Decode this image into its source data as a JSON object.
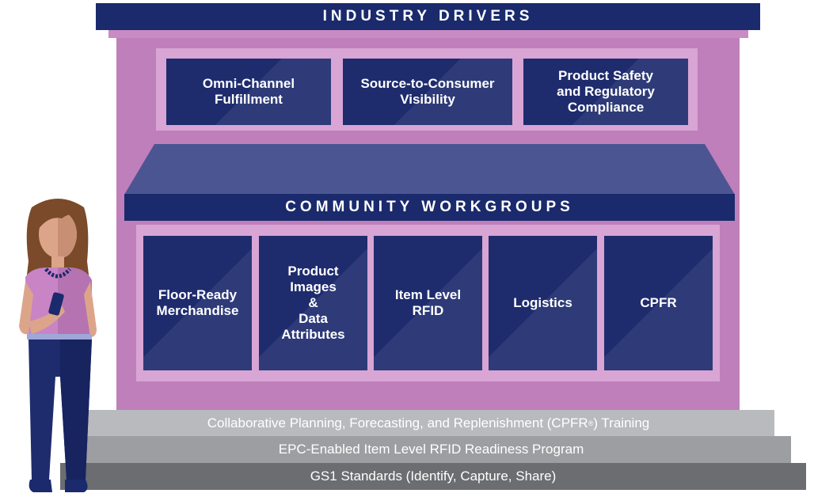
{
  "header": {
    "title": "INDUSTRY DRIVERS"
  },
  "drivers": [
    {
      "label": "Omni-Channel\nFulfillment"
    },
    {
      "label": "Source-to-Consumer\nVisibility"
    },
    {
      "label": "Product Safety\nand Regulatory\nCompliance"
    }
  ],
  "workgroups_header": {
    "title": "COMMUNITY WORKGROUPS"
  },
  "workgroups": [
    {
      "label": "Floor-Ready\nMerchandise"
    },
    {
      "label": "Product\nImages\n&\nData\nAttributes"
    },
    {
      "label": "Item Level\nRFID"
    },
    {
      "label": "Logistics"
    },
    {
      "label": "CPFR"
    }
  ],
  "foundation": [
    {
      "label": "Collaborative Planning, Forecasting, and Replenishment (CPFR",
      "suffix": ") Training",
      "mark": "®"
    },
    {
      "label": "EPC-Enabled Item Level RFID Readiness Program"
    },
    {
      "label": "GS1 Standards (Identify, Capture, Share)"
    }
  ],
  "colors": {
    "navy": "#1a2a6c",
    "building": "#bf7fbb",
    "panel": "#d8a5d4",
    "step_light": "#b9babd",
    "step_mid": "#9c9ea1",
    "step_dark": "#6b6d70"
  }
}
